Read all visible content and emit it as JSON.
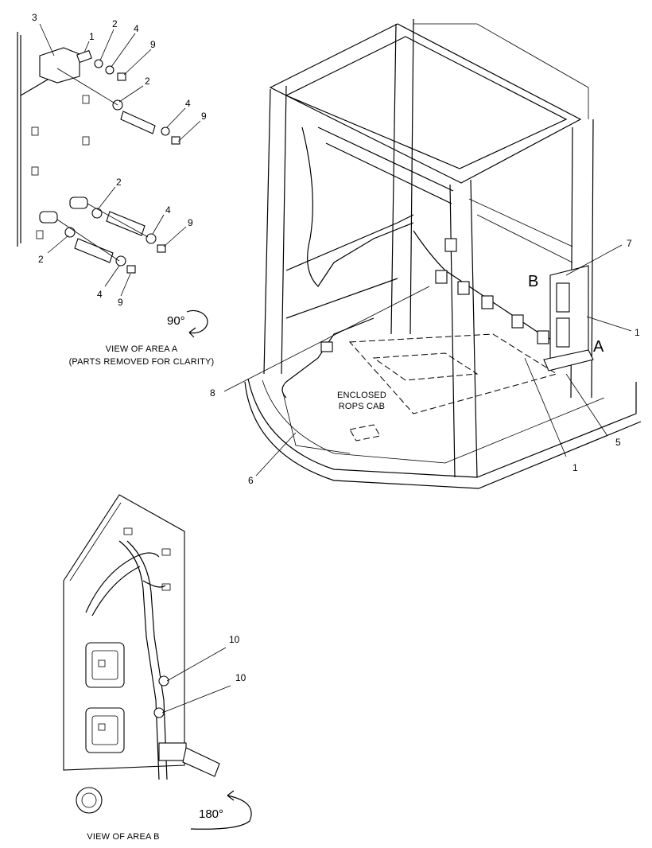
{
  "views": {
    "area_a": {
      "caption_line1": "VIEW OF AREA A",
      "caption_line2": "(PARTS REMOVED FOR CLARITY)",
      "rotation": "90°",
      "callouts": [
        "3",
        "1",
        "2",
        "4",
        "9",
        "2",
        "4",
        "9",
        "2",
        "4",
        "9",
        "2",
        "4",
        "9"
      ]
    },
    "main": {
      "cab_label_line1": "ENCLOSED",
      "cab_label_line2": "ROPS CAB",
      "area_markers": {
        "a": "A",
        "b": "B"
      },
      "callouts": [
        "7",
        "1",
        "8",
        "5",
        "6",
        "1"
      ]
    },
    "area_b": {
      "caption": "VIEW OF AREA B",
      "rotation": "180°",
      "callouts": [
        "10",
        "10"
      ]
    }
  }
}
